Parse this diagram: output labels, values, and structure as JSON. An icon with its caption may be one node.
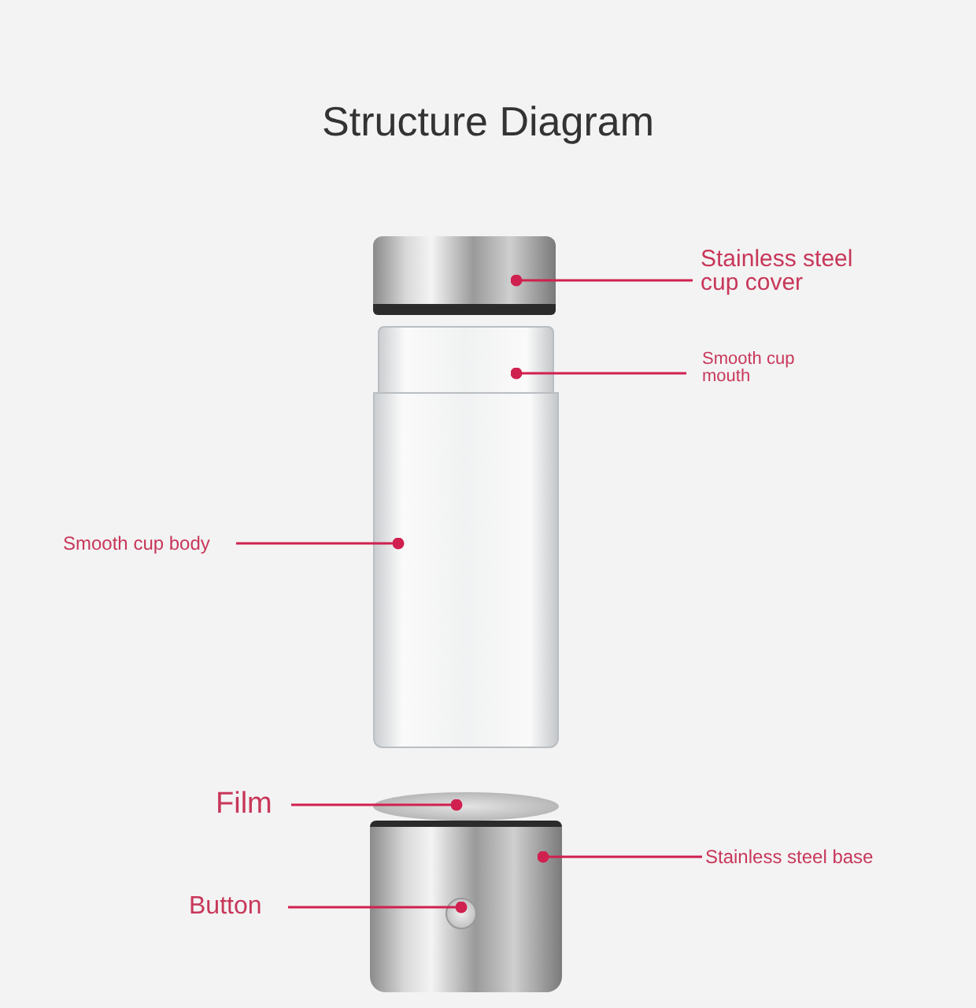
{
  "diagram": {
    "title": "Structure Diagram",
    "nodes": [
      {
        "text": [
          "Stainless steel cup cover"
        ]
      },
      {
        "text": [
          "Smooth cup mouth"
        ]
      },
      {
        "text": [
          "Smooth cup body"
        ]
      },
      {
        "text": [
          "Film"
        ]
      },
      {
        "text": [
          "Stainless steel base"
        ]
      },
      {
        "text": [
          "Button"
        ]
      },
      {
        "text": [],
        "shape": "picture"
      },
      {
        "text": [],
        "shape": "picture"
      },
      {
        "text": [],
        "shape": "picture"
      },
      {
        "text": [],
        "shape": "picture"
      },
      {
        "text": [],
        "shape": "picture"
      },
      {
        "text": [],
        "shape": "circle",
        "in": 10
      }
    ],
    "edges": [
      {
        "from": 0,
        "to": 6,
        "arrow": "other"
      },
      {
        "from": 1,
        "to": 7,
        "arrow": "other"
      },
      {
        "from": 2,
        "to": 8,
        "arrow": "other"
      },
      {
        "from": 3,
        "to": 9,
        "arrow": "other"
      },
      {
        "from": 4,
        "to": 10,
        "arrow": "other"
      },
      {
        "from": 5,
        "to": 11,
        "arrow": "other"
      }
    ]
  }
}
